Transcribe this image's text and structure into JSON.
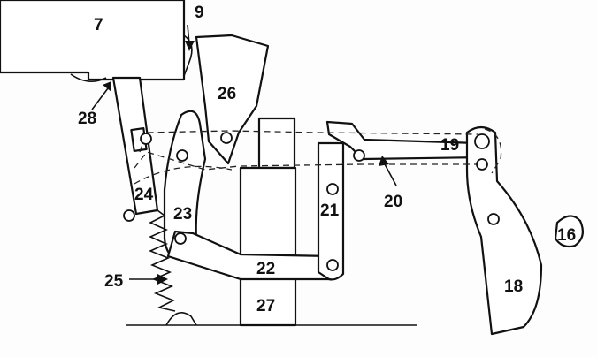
{
  "labels": {
    "l7": "7",
    "l9": "9",
    "l16": "16",
    "l18": "18",
    "l19": "19",
    "l20": "20",
    "l21": "21",
    "l22": "22",
    "l23": "23",
    "l24": "24",
    "l25": "25",
    "l26": "26",
    "l27": "27",
    "l28": "28"
  },
  "colors": {
    "line": "#111111",
    "background": "#fdfdfd"
  }
}
